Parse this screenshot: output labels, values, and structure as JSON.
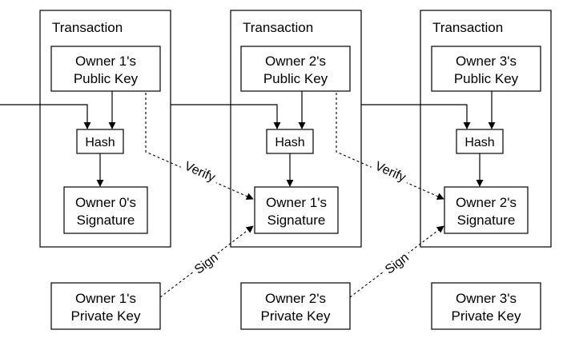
{
  "transactions": [
    {
      "title": "Transaction",
      "public_key": [
        "Owner 1's",
        "Public Key"
      ],
      "hash": "Hash",
      "signature": [
        "Owner 0's",
        "Signature"
      ]
    },
    {
      "title": "Transaction",
      "public_key": [
        "Owner 2's",
        "Public Key"
      ],
      "hash": "Hash",
      "signature": [
        "Owner 1's",
        "Signature"
      ]
    },
    {
      "title": "Transaction",
      "public_key": [
        "Owner 3's",
        "Public Key"
      ],
      "hash": "Hash",
      "signature": [
        "Owner 2's",
        "Signature"
      ]
    }
  ],
  "private_keys": [
    [
      "Owner 1's",
      "Private Key"
    ],
    [
      "Owner 2's",
      "Private Key"
    ],
    [
      "Owner 3's",
      "Private Key"
    ]
  ],
  "edge_labels": {
    "verify": "Verify",
    "sign": "Sign"
  }
}
